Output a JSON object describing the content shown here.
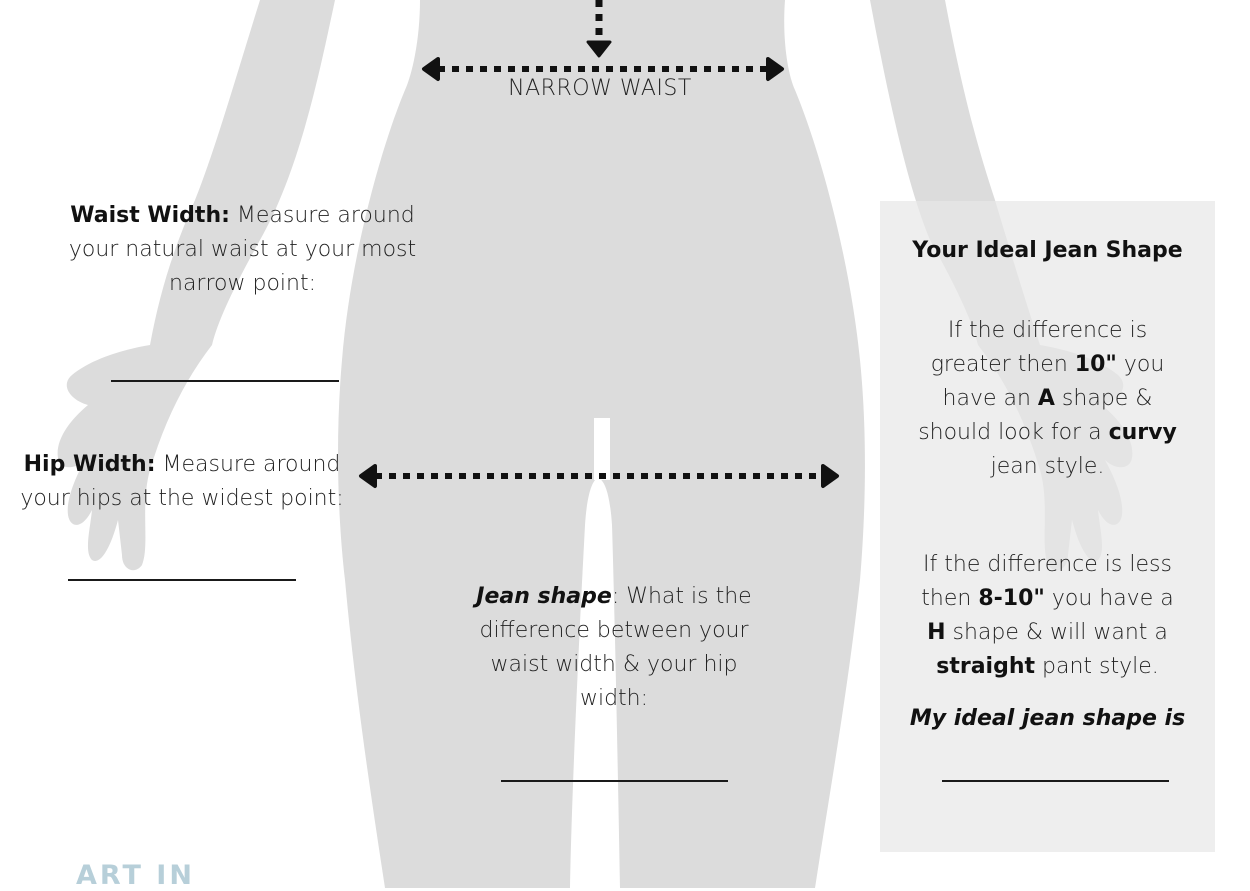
{
  "figure_label": "NARROW WAIST",
  "waist_section": {
    "heading": "Waist Width:",
    "line1_rest": " Measure around",
    "line2": "your natural waist at your most",
    "line3": "narrow point:"
  },
  "hip_section": {
    "heading": "Hip Width:",
    "line1_rest": " Measure around",
    "line2": "your hips at the widest point:"
  },
  "jean_shape_section": {
    "heading": "Jean shape",
    "line1_rest": ": What is the",
    "line2": "difference between your",
    "line3": "waist width & your hip",
    "line4": "width:"
  },
  "panel": {
    "title": "Your Ideal Jean Shape",
    "a_shape": {
      "line1": "If the difference is",
      "line2_pre": "greater then ",
      "line2_bold": "10\"",
      "line2_post": " you",
      "line3_pre": "have an ",
      "line3_bold": "A",
      "line3_post": " shape &",
      "line4_pre": "should look for a ",
      "line4_bold": "curvy",
      "line5": "jean style."
    },
    "h_shape": {
      "line1": "If the difference is less",
      "line2_pre": "then ",
      "line2_bold": "8-10\"",
      "line2_post": " you have a",
      "line3_bold": "H",
      "line3_post": " shape & will want a",
      "line4_bold": "straight",
      "line4_post": " pant style."
    },
    "ideal_label": "My ideal jean shape is"
  },
  "brand": "ART IN",
  "colors": {
    "silhouette": "#dcdcdc",
    "panel": "#e8e8e8",
    "brand": "#b7cfd9",
    "arrow": "#111111"
  }
}
